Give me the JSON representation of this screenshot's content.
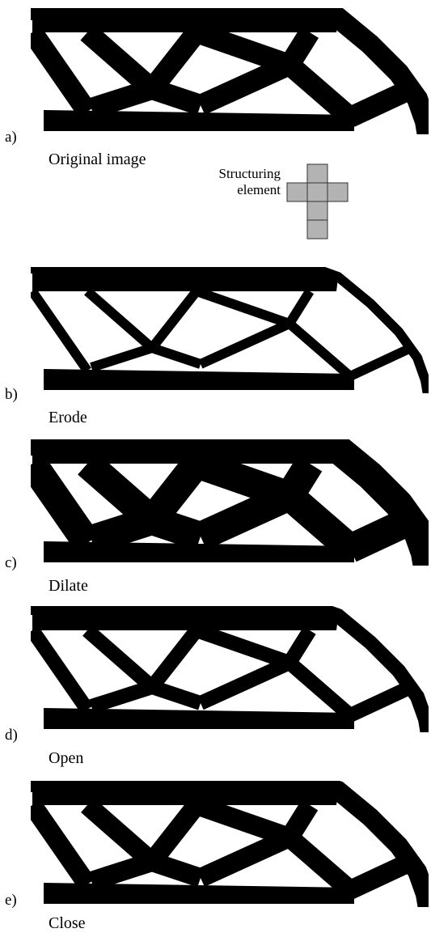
{
  "panels": [
    {
      "letter": "a)",
      "caption": "Original image",
      "variant": "original"
    },
    {
      "letter": "b)",
      "caption": "Erode",
      "variant": "erode"
    },
    {
      "letter": "c)",
      "caption": "Dilate",
      "variant": "dilate"
    },
    {
      "letter": "d)",
      "caption": "Open",
      "variant": "open"
    },
    {
      "letter": "e)",
      "caption": "Close",
      "variant": "close"
    }
  ],
  "structuring_element": {
    "label_line1": "Structuring",
    "label_line2": "element",
    "fill_color": "#b3b3b3",
    "stroke_color": "#333333"
  },
  "colors": {
    "material": "#000000",
    "void": "#ffffff"
  }
}
